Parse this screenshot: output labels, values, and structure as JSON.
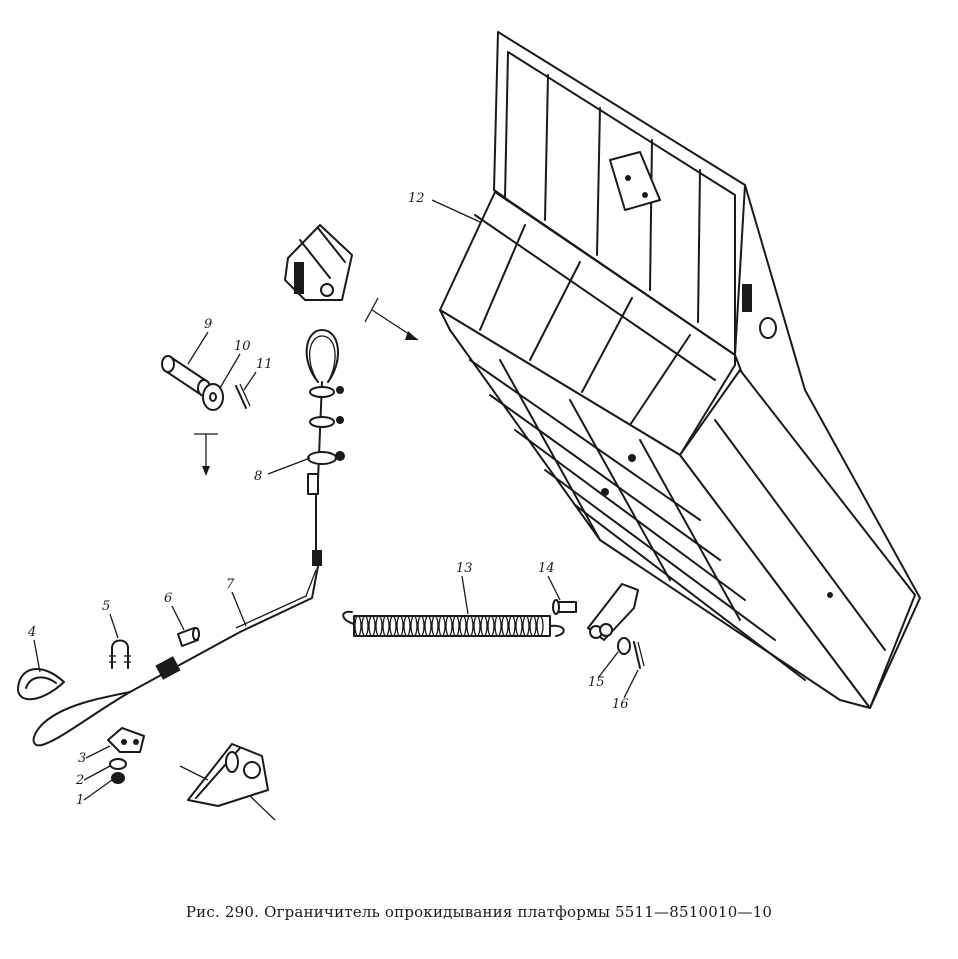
{
  "caption": "Рис. 290. Ограничитель опрокидывания платформы 5511—8510010—10",
  "callouts": [
    "1",
    "2",
    "3",
    "4",
    "5",
    "6",
    "7",
    "8",
    "9",
    "10",
    "11",
    "12",
    "13",
    "14",
    "15",
    "16"
  ]
}
